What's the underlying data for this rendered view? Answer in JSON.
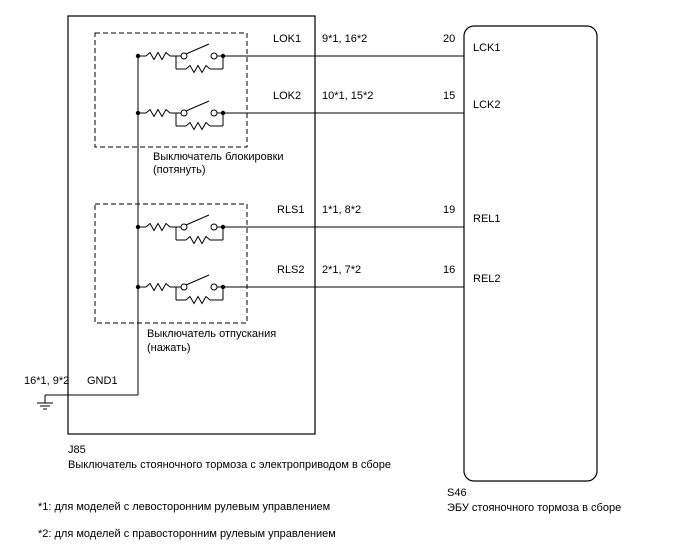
{
  "switch_box": {
    "lock_section": {
      "caption_line1": "Выключатель блокировки",
      "caption_line2": "(потянуть)"
    },
    "release_section": {
      "caption_line1": "Выключатель отпускания",
      "caption_line2": "(нажать)"
    },
    "connector_id": "J85",
    "component_name": "Выключатель стояночного тормоза с электроприводом в сборе"
  },
  "ecu": {
    "connector_id": "S46",
    "component_name": "ЭБУ стояночного тормоза в сборе"
  },
  "wires": [
    {
      "switch_terminal": "LOK1",
      "pins": "9*1, 16*2",
      "ecu_pin": "20",
      "ecu_terminal": "LCK1"
    },
    {
      "switch_terminal": "LOK2",
      "pins": "10*1, 15*2",
      "ecu_pin": "15",
      "ecu_terminal": "LCK2"
    },
    {
      "switch_terminal": "RLS1",
      "pins": "1*1, 8*2",
      "ecu_pin": "19",
      "ecu_terminal": "REL1"
    },
    {
      "switch_terminal": "RLS2",
      "pins": "2*1, 7*2",
      "ecu_pin": "16",
      "ecu_terminal": "REL2"
    }
  ],
  "ground": {
    "terminal": "GND1",
    "pins": "16*1, 9*2"
  },
  "footnotes": [
    "*1: для моделей с левосторонним рулевым управлением",
    "*2: для моделей с правосторонним рулевым управлением"
  ]
}
